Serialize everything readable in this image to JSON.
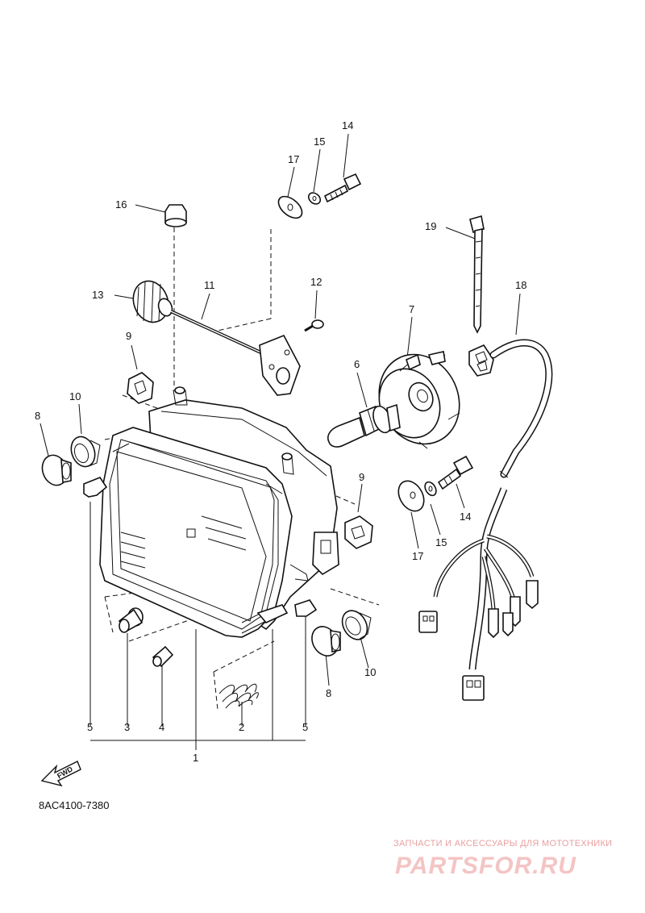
{
  "callouts": [
    {
      "id": "c1",
      "label": "1"
    },
    {
      "id": "c2",
      "label": "2"
    },
    {
      "id": "c3",
      "label": "3"
    },
    {
      "id": "c4",
      "label": "4"
    },
    {
      "id": "c5a",
      "label": "5"
    },
    {
      "id": "c5b",
      "label": "5"
    },
    {
      "id": "c6",
      "label": "6"
    },
    {
      "id": "c7",
      "label": "7"
    },
    {
      "id": "c8a",
      "label": "8"
    },
    {
      "id": "c8b",
      "label": "8"
    },
    {
      "id": "c9a",
      "label": "9"
    },
    {
      "id": "c9b",
      "label": "9"
    },
    {
      "id": "c10a",
      "label": "10"
    },
    {
      "id": "c10b",
      "label": "10"
    },
    {
      "id": "c11",
      "label": "11"
    },
    {
      "id": "c12",
      "label": "12"
    },
    {
      "id": "c13",
      "label": "13"
    },
    {
      "id": "c14a",
      "label": "14"
    },
    {
      "id": "c14b",
      "label": "14"
    },
    {
      "id": "c15a",
      "label": "15"
    },
    {
      "id": "c15b",
      "label": "15"
    },
    {
      "id": "c16",
      "label": "16"
    },
    {
      "id": "c17a",
      "label": "17"
    },
    {
      "id": "c17b",
      "label": "17"
    },
    {
      "id": "c18",
      "label": "18"
    },
    {
      "id": "c19",
      "label": "19"
    }
  ],
  "diagram_code": "8AC4100-7380",
  "forward_arrow_label": "FWD",
  "watermark": {
    "tagline": "ЗАПЧАСТИ И АКСЕССУАРЫ ДЛЯ МОТОТЕХНИКИ",
    "logo": "PARTSFOR.RU"
  },
  "colors": {
    "ink": "#111111",
    "watermark": "#e8a0a0"
  }
}
